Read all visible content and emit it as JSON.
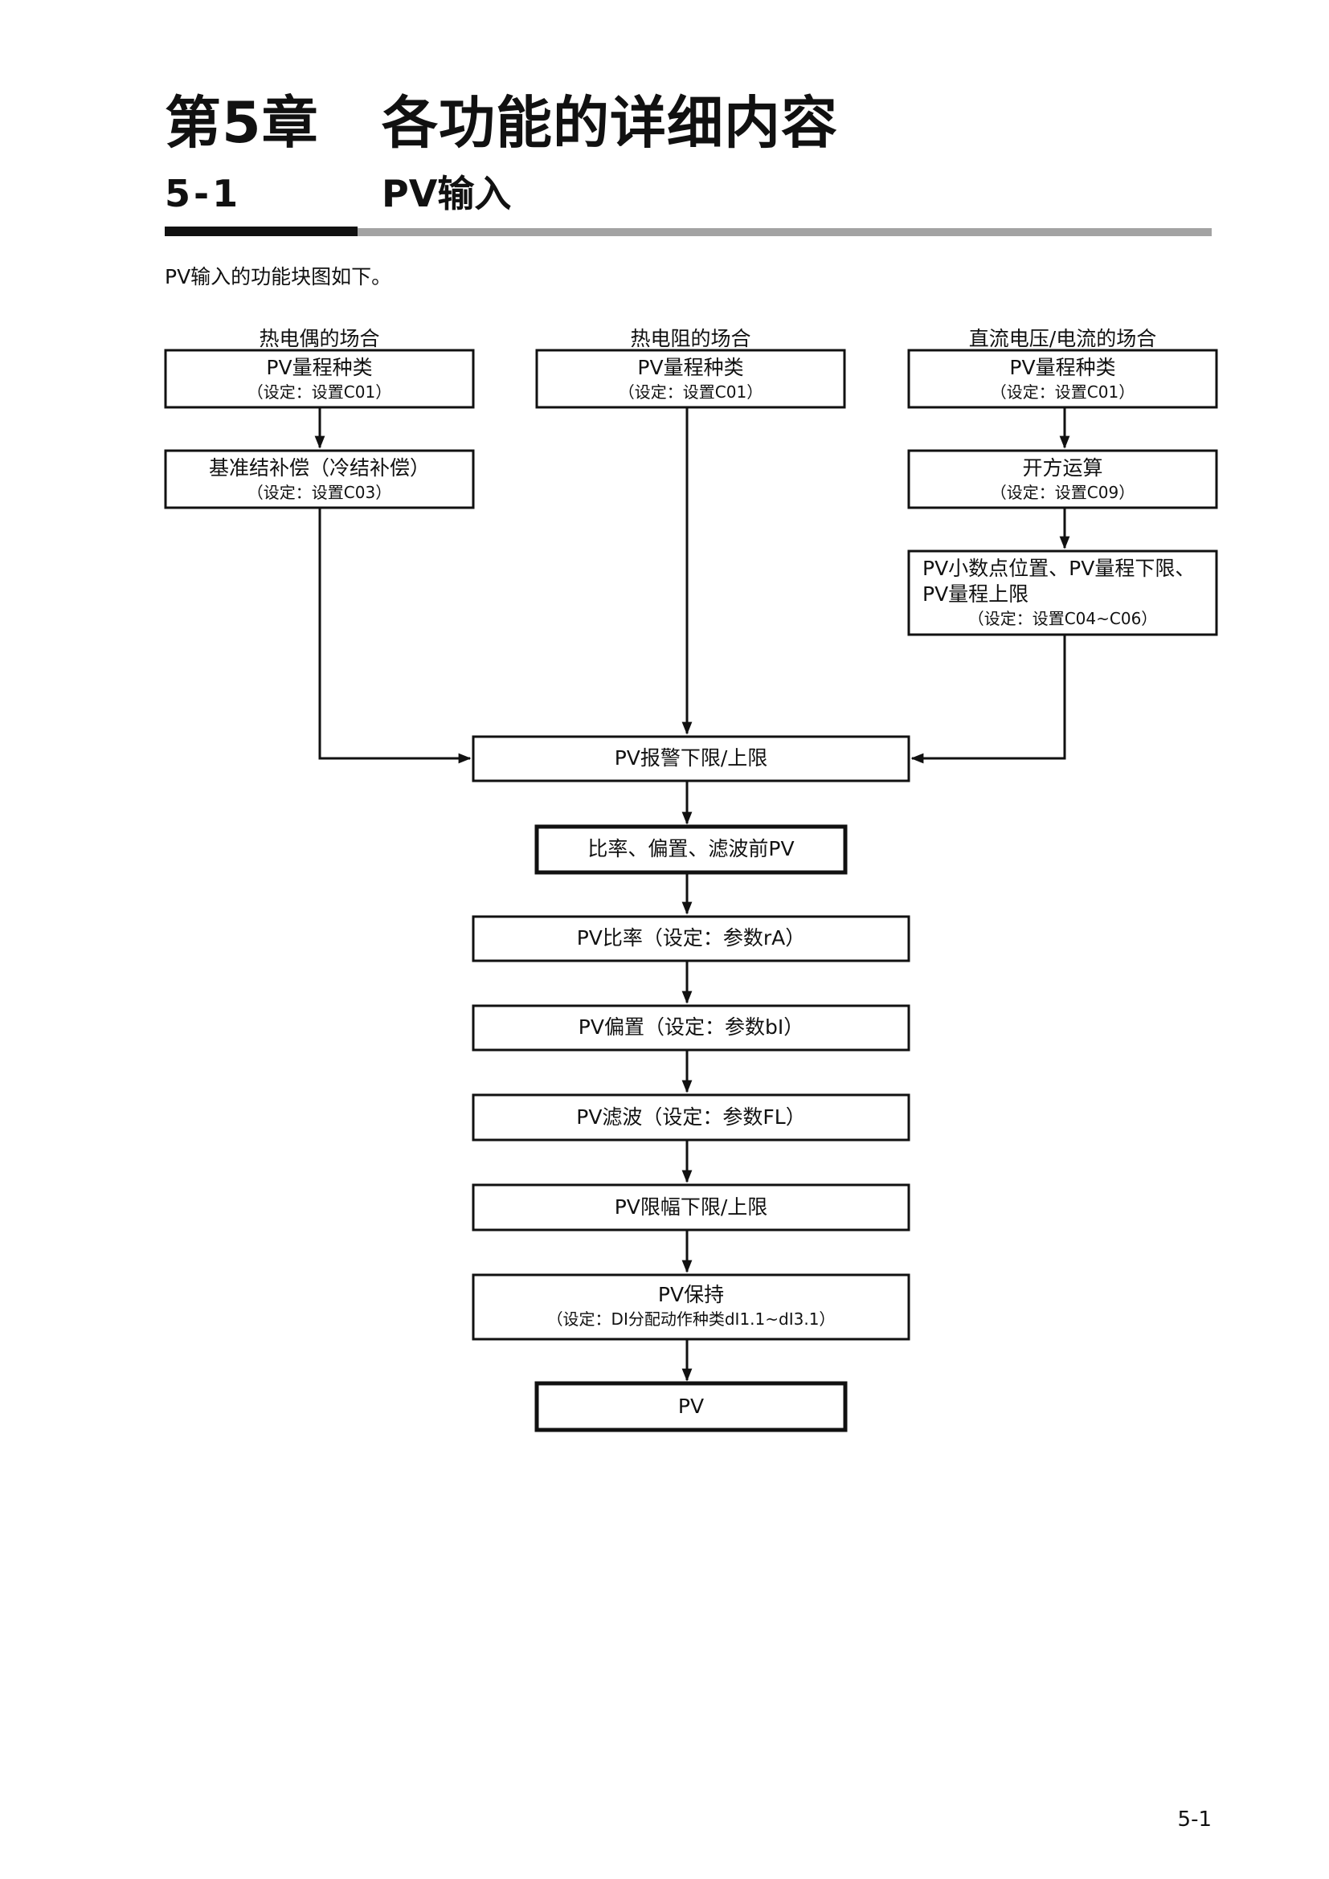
{
  "header": {
    "chapter_number": "第5章",
    "chapter_title": "各功能的详细内容",
    "section_number": "5-1",
    "section_title": "PV输入"
  },
  "intro": "PV输入的功能块图如下。",
  "columns": {
    "thermocouple": {
      "caption": "热电偶的场合",
      "range_type": {
        "label": "PV量程种类",
        "setting": "（设定：设置C01）"
      },
      "cold_junction": {
        "label": "基准结补偿（冷结补偿）",
        "setting": "（设定：设置C03）"
      }
    },
    "rtd": {
      "caption": "热电阻的场合",
      "range_type": {
        "label": "PV量程种类",
        "setting": "（设定：设置C01）"
      }
    },
    "dc": {
      "caption": "直流电压/电流的场合",
      "range_type": {
        "label": "PV量程种类",
        "setting": "（设定：设置C01）"
      },
      "sqrt": {
        "label": "开方运算",
        "setting": "（设定：设置C09）"
      },
      "decimal_range": {
        "line1": "PV小数点位置、PV量程下限、",
        "line2": "PV量程上限",
        "setting": "（设定：设置C04~C06）"
      }
    }
  },
  "chain": {
    "alarm": "PV报警下限/上限",
    "pre_filter": "比率、偏置、滤波前PV",
    "ratio": "PV比率（设定：参数rA）",
    "bias": "PV偏置（设定：参数bI）",
    "filter": "PV滤波（设定：参数FL）",
    "limit": "PV限幅下限/上限",
    "hold": {
      "label": "PV保持",
      "setting": "（设定：DI分配动作种类dI1.1~dI3.1）"
    },
    "output": "PV"
  },
  "footer": {
    "page_number": "5-1"
  }
}
